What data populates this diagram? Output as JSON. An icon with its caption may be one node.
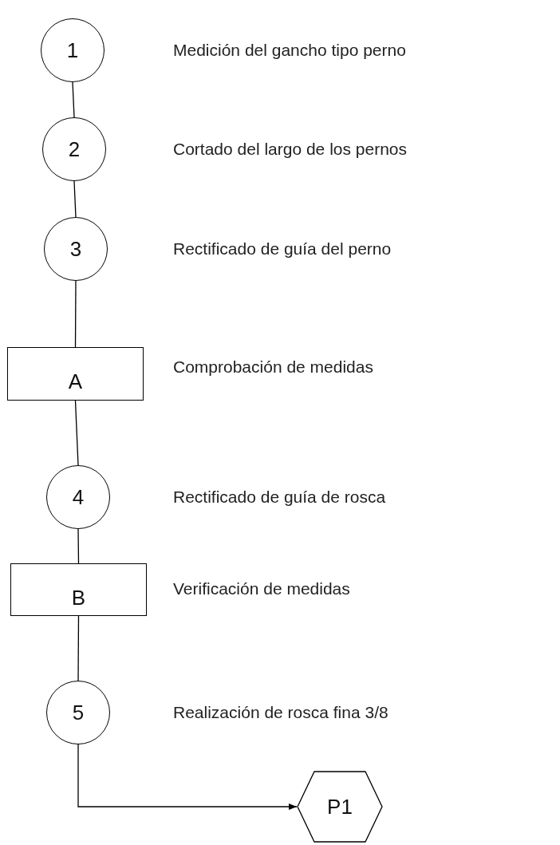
{
  "diagram": {
    "nodes": [
      {
        "text": [
          "1"
        ]
      },
      {
        "text": [
          "2"
        ]
      },
      {
        "text": [
          "3"
        ]
      },
      {
        "text": [
          "A"
        ]
      },
      {
        "text": [
          "4"
        ]
      },
      {
        "text": [
          "B"
        ]
      },
      {
        "text": [
          "5"
        ]
      },
      {
        "text": [
          "P1"
        ]
      }
    ],
    "edges": [
      {
        "from": 0,
        "to": 1,
        "arrow": "none"
      },
      {
        "from": 1,
        "to": 2,
        "arrow": "none"
      },
      {
        "from": 2,
        "to": 3,
        "arrow": "none"
      },
      {
        "from": 3,
        "to": 4,
        "arrow": "none"
      },
      {
        "from": 4,
        "to": 5,
        "arrow": "none"
      },
      {
        "from": 5,
        "to": 6,
        "arrow": "none"
      },
      {
        "from": 6,
        "to": 7,
        "arrow": "to"
      }
    ],
    "labels": [
      "Medición del gancho tipo perno",
      "Cortado del largo de los pernos",
      "Rectificado de guía del perno",
      "Comprobación de medidas",
      "Rectificado de guía de rosca",
      "Verificación de medidas",
      "Realización de rosca fina 3/8"
    ]
  }
}
